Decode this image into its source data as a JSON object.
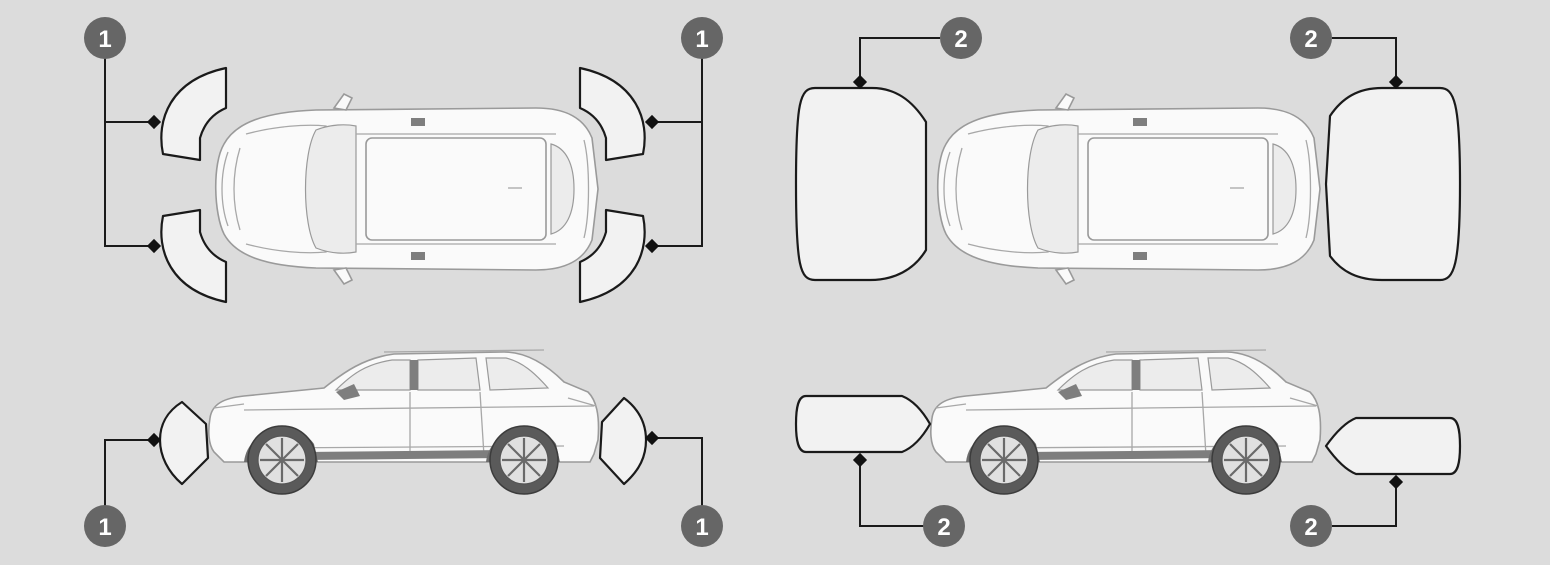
{
  "figure": {
    "background_color": "#dcdcdc",
    "badge_color": "#666666",
    "zone_fill_color": "#f2f2f2"
  },
  "callouts": {
    "one": "1",
    "two": "2"
  },
  "panels": [
    {
      "id": "top-view-zone-1",
      "view": "top",
      "callout_number": "1"
    },
    {
      "id": "top-view-zone-2",
      "view": "top",
      "callout_number": "2"
    },
    {
      "id": "side-view-zone-1",
      "view": "side",
      "callout_number": "1"
    },
    {
      "id": "side-view-zone-2",
      "view": "side",
      "callout_number": "2"
    }
  ]
}
